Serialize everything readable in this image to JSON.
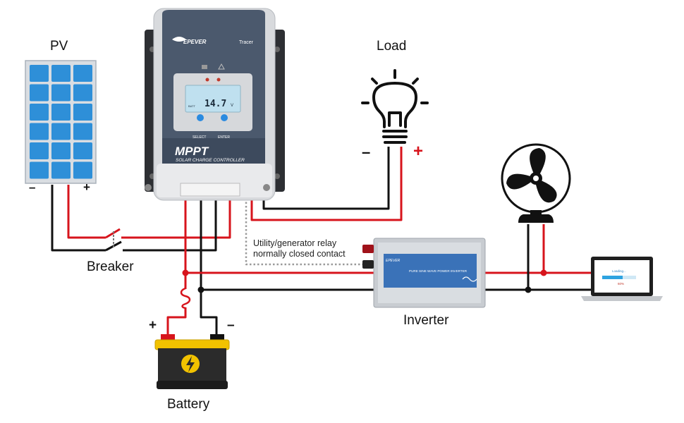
{
  "labels": {
    "pv": "PV",
    "load": "Load",
    "breaker": "Breaker",
    "inverter": "Inverter",
    "battery": "Battery",
    "relay_line1": "Utility/generator relay",
    "relay_line2": "normally closed contact"
  },
  "signs": {
    "pv_minus": "–",
    "pv_plus": "+",
    "load_minus": "–",
    "load_plus": "+",
    "battery_plus": "+",
    "battery_minus": "–"
  },
  "controller": {
    "brand": "EPEVER",
    "model": "Tracer",
    "title": "MPPT",
    "subtitle": "SOLAR CHARGE CONTROLLER",
    "lcd_value": "14.7",
    "lcd_unit": "V",
    "lcd_tag": "BATT",
    "select_label": "SELECT",
    "enter_label": "ENTER"
  },
  "inverter_unit": {
    "brand": "EPEVER",
    "label": "PURE SINE WAVE POWER INVERTER"
  },
  "laptop": {
    "status": "Loading...",
    "percent": "60%"
  },
  "colors": {
    "positive_wire": "#d7141c",
    "negative_wire": "#111111",
    "relay_wire": "#9a9a9a",
    "panel_cell": "#2e8fd8",
    "controller_body": "#48566a",
    "battery_top": "#f2c200",
    "battery_body": "#2b2b2b"
  }
}
